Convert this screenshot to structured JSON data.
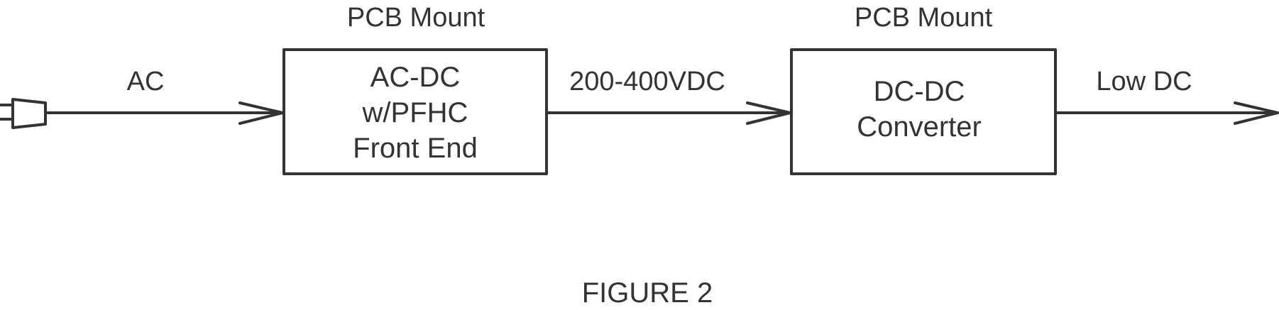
{
  "stage1": {
    "mount_label": "PCB Mount",
    "box_lines": [
      "AC-DC",
      "w/PFHC",
      "Front End"
    ]
  },
  "stage2": {
    "mount_label": "PCB Mount",
    "box_lines": [
      "DC-DC",
      "Converter"
    ]
  },
  "signals": {
    "input": "AC",
    "intermediate": "200-400VDC",
    "output": "Low DC"
  },
  "caption": "FIGURE 2",
  "colors": {
    "stroke": "#333333",
    "text": "#333333",
    "background": "#ffffff"
  },
  "icons": {
    "input_connector": "ac-plug-icon"
  }
}
